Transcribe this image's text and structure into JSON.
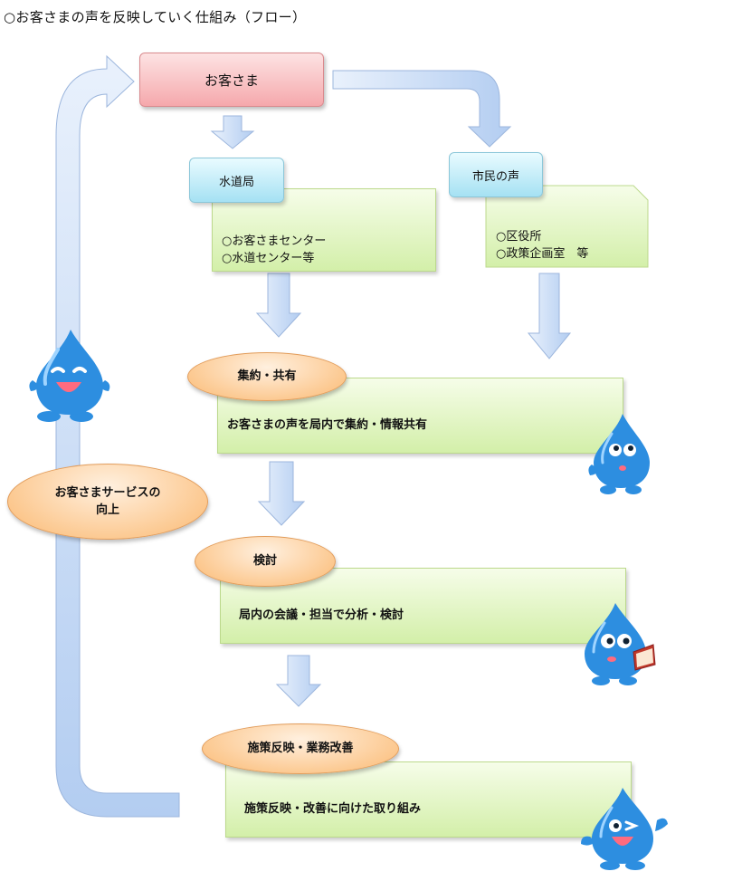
{
  "title": "○お客さまの声を反映していく仕組み（フロー）",
  "nodes": {
    "customer": "お客さま",
    "water_bureau": "水道局",
    "citizen_voice": "市民の声",
    "bureau_channels": [
      "○お客さまセンター",
      "○水道センター等"
    ],
    "citizen_channels": [
      "○区役所",
      "○政策企画室　等"
    ],
    "collect_label": "集約・共有",
    "collect_text": "お客さまの声を局内で集約・情報共有",
    "review_label": "検討",
    "review_text": "局内の会議・担当で分析・検討",
    "policy_label": "施策反映・業務改善",
    "policy_text": "施策反映・改善に向けた取り組み",
    "service_line1": "お客さまサービスの",
    "service_line2": "向上"
  },
  "colors": {
    "customer_fill": "#f5a8ac",
    "source_fill": "#a5e1f3",
    "content_fill": "#d3efa9",
    "step_fill": "#fcc78d",
    "arrow_fill": "#c6d9f5",
    "mascot": "#2d8ee0"
  },
  "icons": [
    "water-drop-mascot-smiling",
    "water-drop-mascot-looking-up",
    "water-drop-mascot-reading",
    "water-drop-mascot-winking"
  ]
}
